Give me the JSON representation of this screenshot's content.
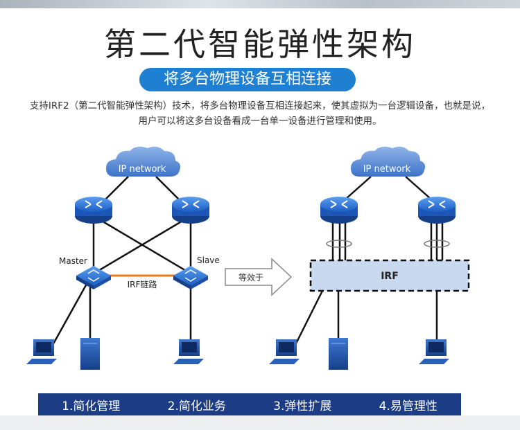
{
  "title": "第二代智能弹性架构",
  "subtitle": "将多台物理设备互相连接",
  "description": "支持IRF2（第二代智能弹性架构）技术，将多台物理设备互相连接起来，使其虚拟为一台逻辑设备，也就是说，用户可以将这多台设备看成一台单一设备进行管理和使用。",
  "diagram": {
    "cloud_left": "IP network",
    "cloud_right": "IP network",
    "master": "Master",
    "slave": "Slave",
    "irf_link": "IRF链路",
    "equivalent": "等效于",
    "irf": "IRF"
  },
  "features": [
    "1.简化管理",
    "2.简化业务",
    "3.弹性扩展",
    "4.易管理性"
  ],
  "colors": {
    "accent": "#1f7fd0",
    "bar": "#1c3c86",
    "router": "#2a6fd6",
    "irf_box": "#c9d9f0"
  }
}
